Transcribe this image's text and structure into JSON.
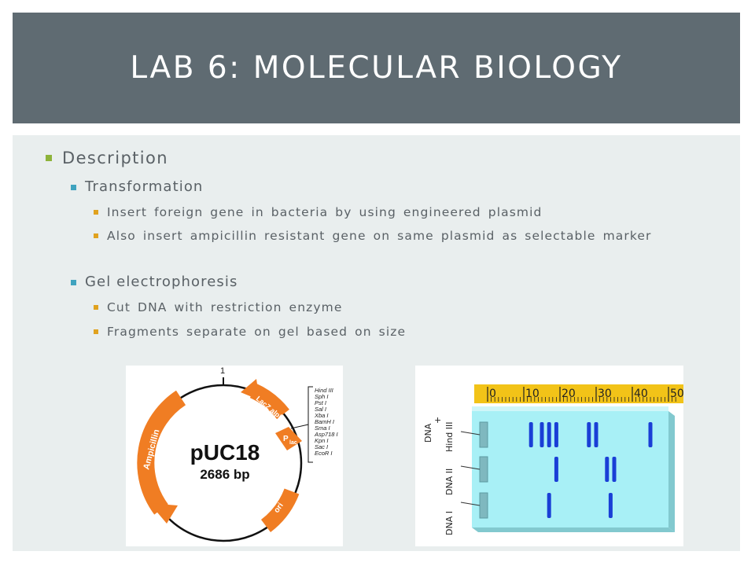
{
  "slide": {
    "title": "LAB 6: MOLECULAR BIOLOGY",
    "bullets": {
      "l1": "Description",
      "transformation": "Transformation",
      "t1": "Insert foreign gene in bacteria by using engineered plasmid",
      "t2": "Also insert ampicillin resistant gene on same plasmid as selectable marker",
      "gel": "Gel electrophoresis",
      "g1": "Cut DNA with restriction enzyme",
      "g2": "Fragments separate on gel based on size"
    },
    "colors": {
      "l1_bullet": "#8db33a",
      "l2_bullet": "#3fa3bf",
      "l3_bullet": "#e0a21f",
      "title_bg": "#5f6b72"
    }
  },
  "plasmid": {
    "name": "pUC18",
    "size": "2686 bp",
    "marker_top": "1",
    "genes": [
      "Ampicillin",
      "LacZ alpha",
      "P",
      "lac",
      "ori"
    ],
    "sites": [
      "Hind III",
      "Sph I",
      "Pst I",
      "Sal I",
      "Xba I",
      "BamH I",
      "Sma I",
      "Asp718 I",
      "Kpn I",
      "Sac I",
      "EcoR I"
    ]
  },
  "gel": {
    "ruler": [
      "0",
      "10",
      "20",
      "30",
      "40",
      "50"
    ],
    "lanes": [
      {
        "label": "DNA + Hind III",
        "label_parts": [
          "DNA",
          "+",
          "Hind III"
        ],
        "bands": [
          12,
          15,
          17,
          19,
          28,
          30,
          45
        ]
      },
      {
        "label": "DNA II",
        "bands": [
          19,
          33,
          35
        ]
      },
      {
        "label": "DNA I",
        "bands": [
          17,
          34
        ]
      }
    ]
  }
}
